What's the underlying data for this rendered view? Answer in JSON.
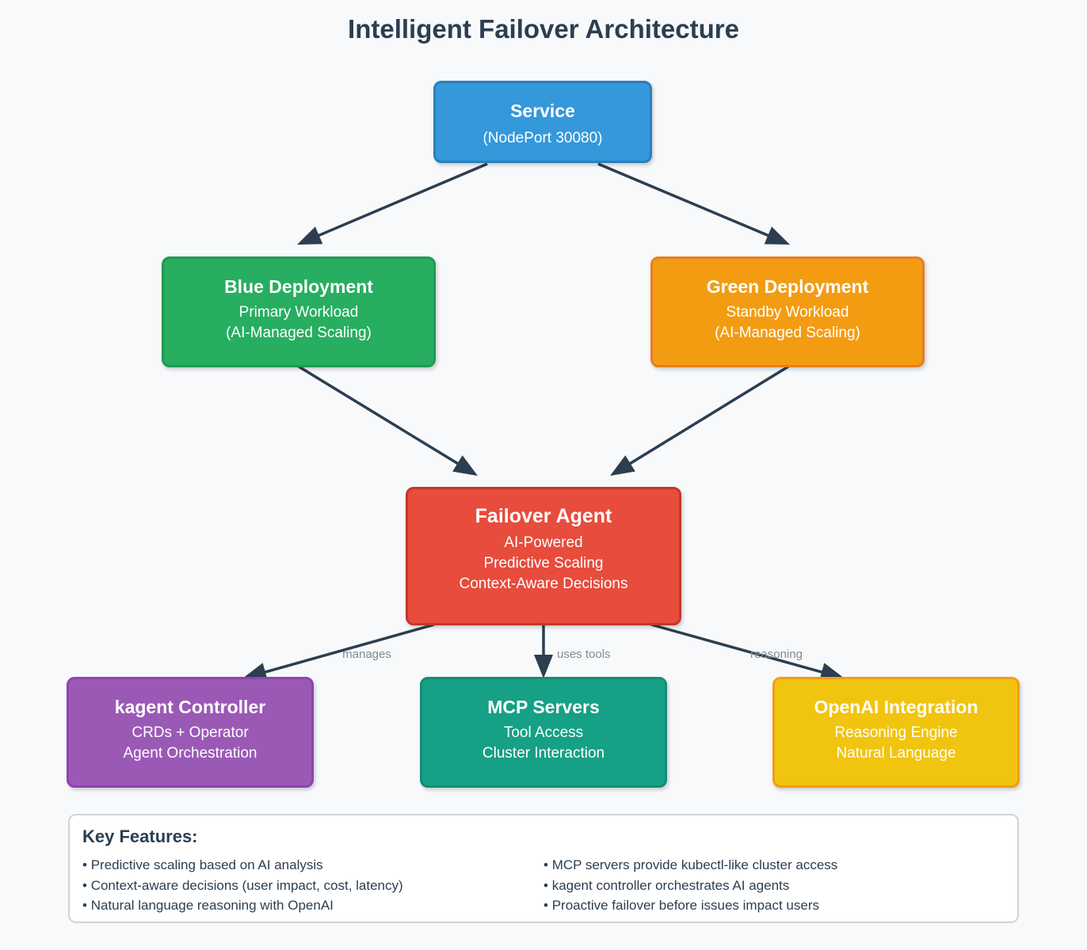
{
  "title": "Intelligent Failover Architecture",
  "nodes": {
    "service": {
      "title": "Service",
      "lines": [
        "(NodePort 30080)"
      ],
      "fill": "#3498db",
      "border": "#2980b9"
    },
    "blue": {
      "title": "Blue Deployment",
      "lines": [
        "Primary Workload",
        "(AI-Managed Scaling)"
      ],
      "fill": "#27ae60",
      "border": "#229954"
    },
    "green": {
      "title": "Green Deployment",
      "lines": [
        "Standby Workload",
        "(AI-Managed Scaling)"
      ],
      "fill": "#f39c12",
      "border": "#e67e22"
    },
    "agent": {
      "title": "Failover Agent",
      "lines": [
        "AI-Powered",
        "Predictive Scaling",
        "Context-Aware Decisions"
      ],
      "fill": "#e74c3c",
      "border": "#c0392b"
    },
    "kagent": {
      "title": "kagent Controller",
      "lines": [
        "CRDs + Operator",
        "Agent Orchestration"
      ],
      "fill": "#9b59b6",
      "border": "#8e44ad"
    },
    "mcp": {
      "title": "MCP Servers",
      "lines": [
        "Tool Access",
        "Cluster Interaction"
      ],
      "fill": "#16a085",
      "border": "#138d75"
    },
    "openai": {
      "title": "OpenAI Integration",
      "lines": [
        "Reasoning Engine",
        "Natural Language"
      ],
      "fill": "#f1c40f",
      "border": "#f39c12"
    }
  },
  "edges": [
    {
      "from": "service",
      "to": "blue",
      "label": ""
    },
    {
      "from": "service",
      "to": "green",
      "label": ""
    },
    {
      "from": "blue",
      "to": "agent",
      "label": ""
    },
    {
      "from": "green",
      "to": "agent",
      "label": ""
    },
    {
      "from": "agent",
      "to": "kagent",
      "label": "manages"
    },
    {
      "from": "agent",
      "to": "mcp",
      "label": "uses tools"
    },
    {
      "from": "agent",
      "to": "openai",
      "label": "reasoning"
    }
  ],
  "arrow_color": "#2c3e50",
  "features": {
    "title": "Key Features:",
    "left": [
      "Predictive scaling based on AI analysis",
      "Context-aware decisions (user impact, cost, latency)",
      "Natural language reasoning with OpenAI"
    ],
    "right": [
      "MCP servers provide kubectl-like cluster access",
      "kagent controller orchestrates AI agents",
      "Proactive failover before issues impact users"
    ]
  }
}
